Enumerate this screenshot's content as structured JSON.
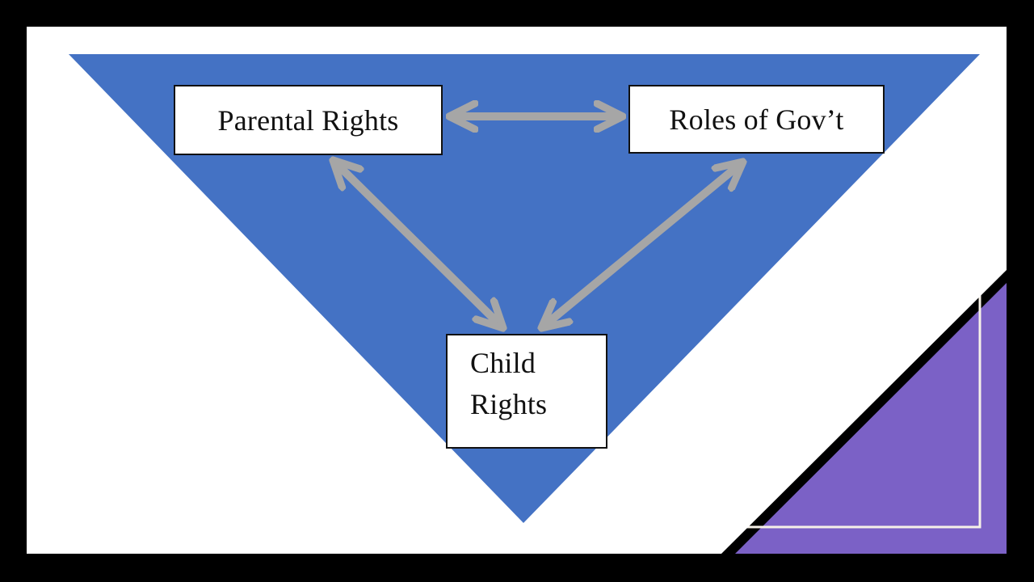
{
  "theme": {
    "frame": "#000000",
    "canvas": "#ffffff",
    "triangle": "#4472c4",
    "corner": "#7b61c6",
    "arrow": "#a6a6a6",
    "accentline": "#f6f1e8",
    "boxborder": "#111111",
    "text": "#111111"
  },
  "diagram": {
    "type": "triangle-relationship",
    "nodes": {
      "parental": {
        "label": "Parental Rights"
      },
      "government": {
        "label": "Roles of Gov’t"
      },
      "child": {
        "label": "Child\nRights"
      }
    },
    "connections": [
      {
        "from": "Parental Rights",
        "to": "Roles of Gov’t",
        "style": "double-arrow"
      },
      {
        "from": "Parental Rights",
        "to": "Child Rights",
        "style": "double-arrow"
      },
      {
        "from": "Roles of Gov’t",
        "to": "Child Rights",
        "style": "double-arrow"
      }
    ]
  }
}
